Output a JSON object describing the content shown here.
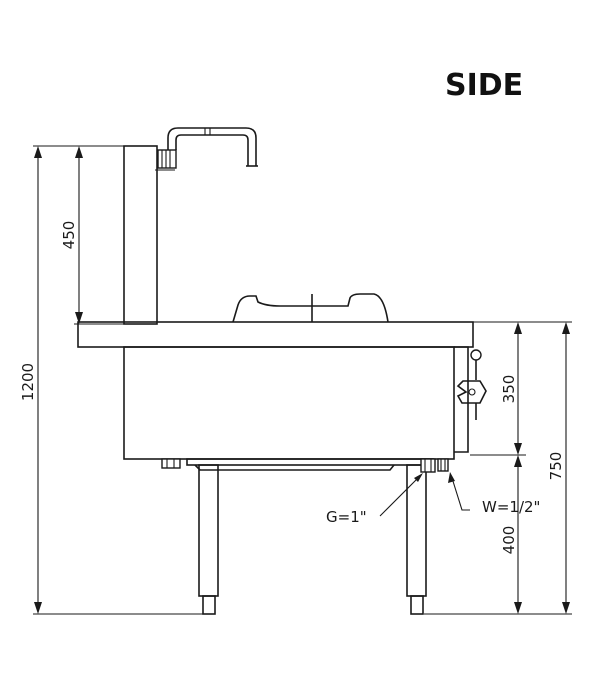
{
  "title": "SIDE",
  "dimensions": {
    "total_height": "1200",
    "splash_height": "450",
    "body_height": "350",
    "leg_height": "400",
    "work_height": "750"
  },
  "connections": {
    "gas": "G=1\"",
    "water": "W=1/2\""
  },
  "colors": {
    "line": "#1a1a1a",
    "background": "#ffffff"
  }
}
